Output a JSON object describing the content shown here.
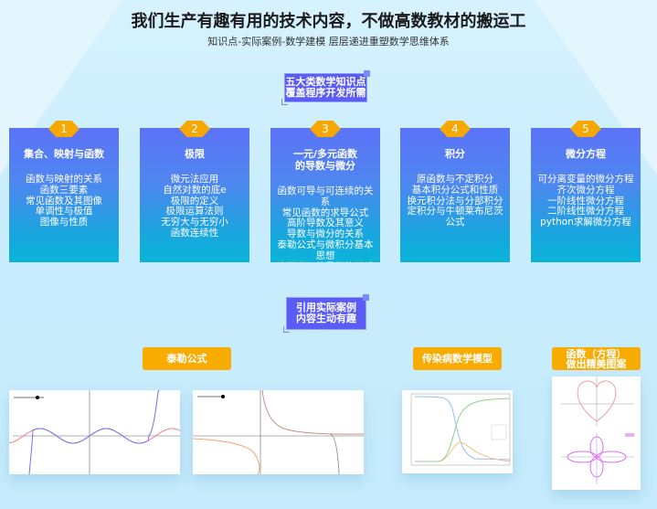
{
  "header": {
    "title": "我们生产有趣有用的技术内容，不做高数教材的搬运工",
    "subtitle": "知识点-实际案例-数学建模 层层递进重塑数学思维体系"
  },
  "section1": {
    "label_line1": "五大类数学知识点",
    "label_line2": "覆盖程序开发所需"
  },
  "cards": [
    {
      "num": "1",
      "title": "集合、映射与函数",
      "items": [
        "函数与映射的关系",
        "函数三要素",
        "常见函数及其图像",
        "单调性与极值",
        "图像与性质"
      ]
    },
    {
      "num": "2",
      "title": "极限",
      "items": [
        "微元法应用",
        "自然对数的底e",
        "极限的定义",
        "极限运算法则",
        "无穷大与无穷小",
        "函数连续性"
      ]
    },
    {
      "num": "3",
      "title": "一元/多元函数\n的导数与微分",
      "items": [
        "函数可导与可连续的关",
        "系",
        "常见函数的求导公式",
        "高阶导数及其意义",
        "导数与微分的关系",
        "泰勒公式与微积分基本",
        "思想",
        "全微分与偏导数的关系"
      ]
    },
    {
      "num": "4",
      "title": "积分",
      "items": [
        "原函数与不定积分",
        "基本积分公式和性质",
        "换元积分法与分部积分",
        "定积分与牛顿莱布尼茨",
        "公式"
      ]
    },
    {
      "num": "5",
      "title": "微分方程",
      "items": [
        "可分离变量的微分方程",
        "齐次微分方程",
        "一阶线性微分方程",
        "二阶线性微分方程",
        "python求解微分方程"
      ]
    }
  ],
  "section2": {
    "label_line1": "引用实际案例",
    "label_line2": "内容生动有趣"
  },
  "examples": {
    "taylor": "泰勒公式",
    "epidemic": "传染病数学模型",
    "graph_line1": "函数（方程）",
    "graph_line2": "做出精美图案"
  },
  "colors": {
    "accent_purple": "#5a5cf5",
    "badge_orange": "#f7a800",
    "card_top": "#5c73f8",
    "card_bottom": "#0bb3d8"
  }
}
